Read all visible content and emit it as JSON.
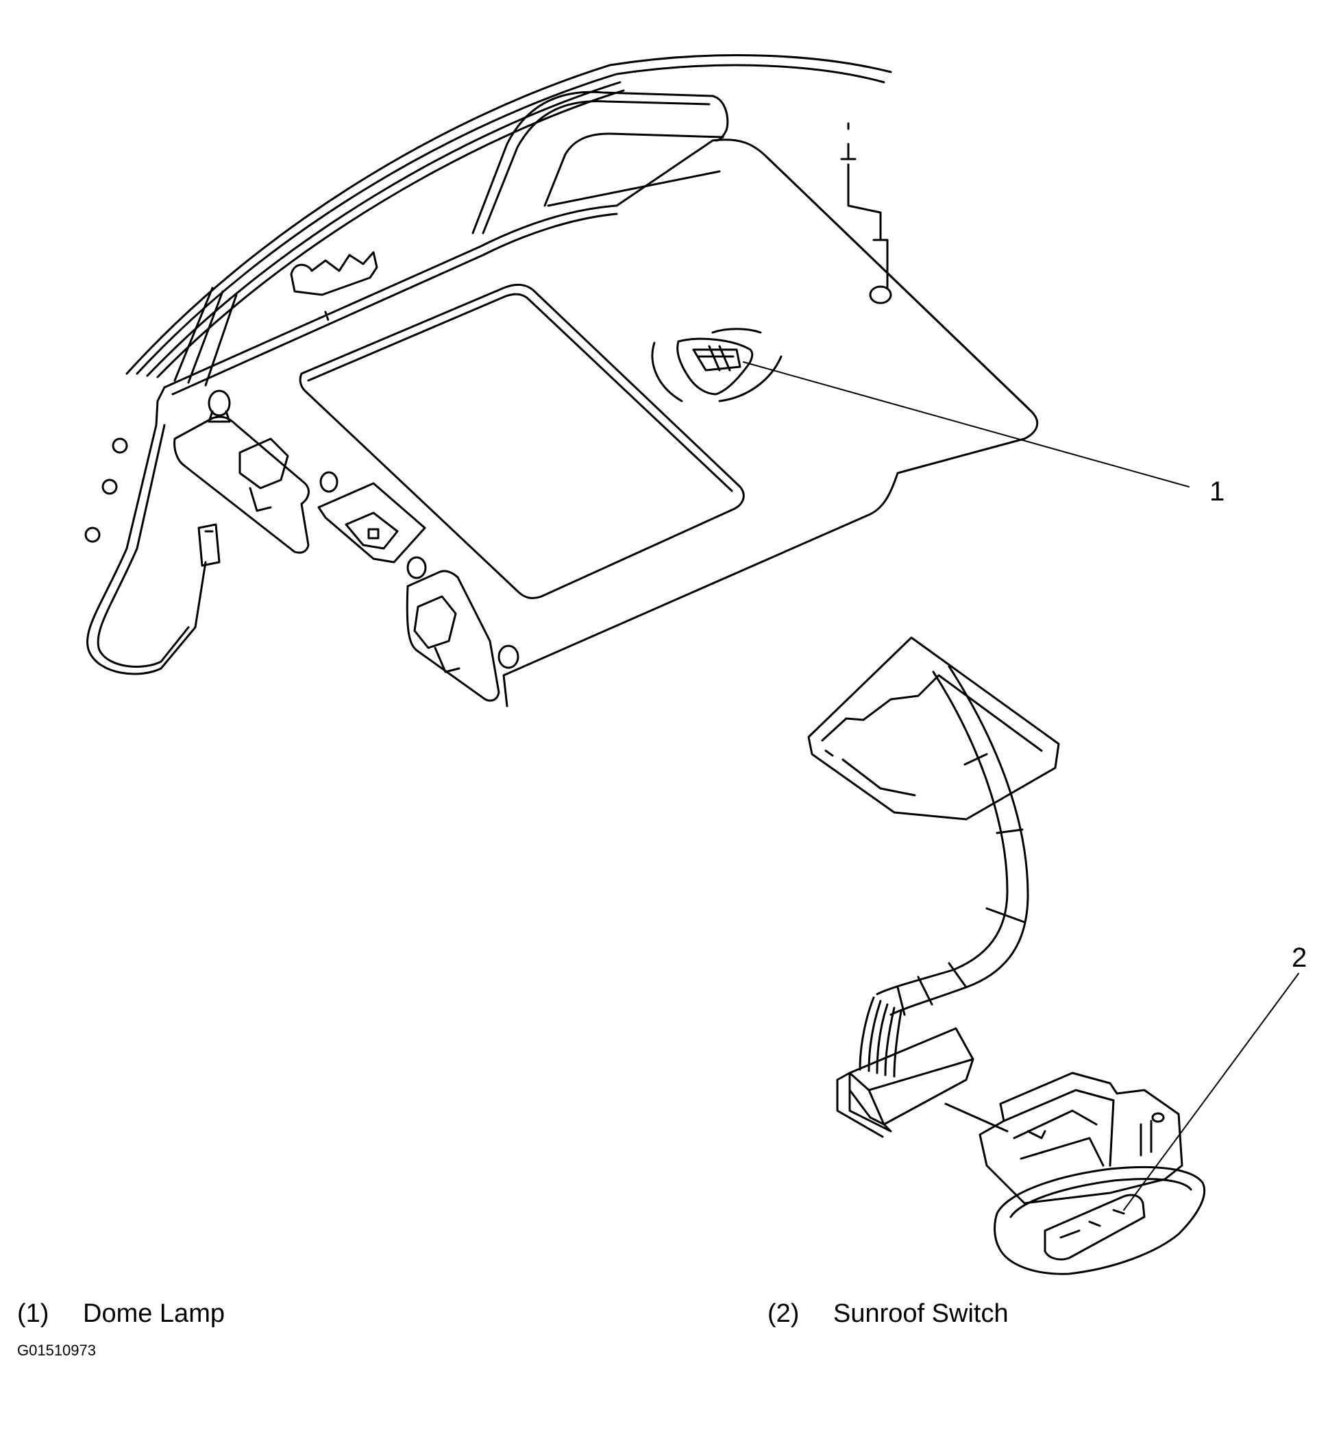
{
  "callouts": [
    {
      "number": "1",
      "label": "Dome Lamp"
    },
    {
      "number": "2",
      "label": "Sunroof Switch"
    }
  ],
  "legend": [
    {
      "number": "(1)",
      "label": "Dome Lamp"
    },
    {
      "number": "(2)",
      "label": "Sunroof Switch"
    }
  ],
  "figure_code": "G01510973",
  "colors": {
    "line": "#000000",
    "background": "#ffffff"
  }
}
